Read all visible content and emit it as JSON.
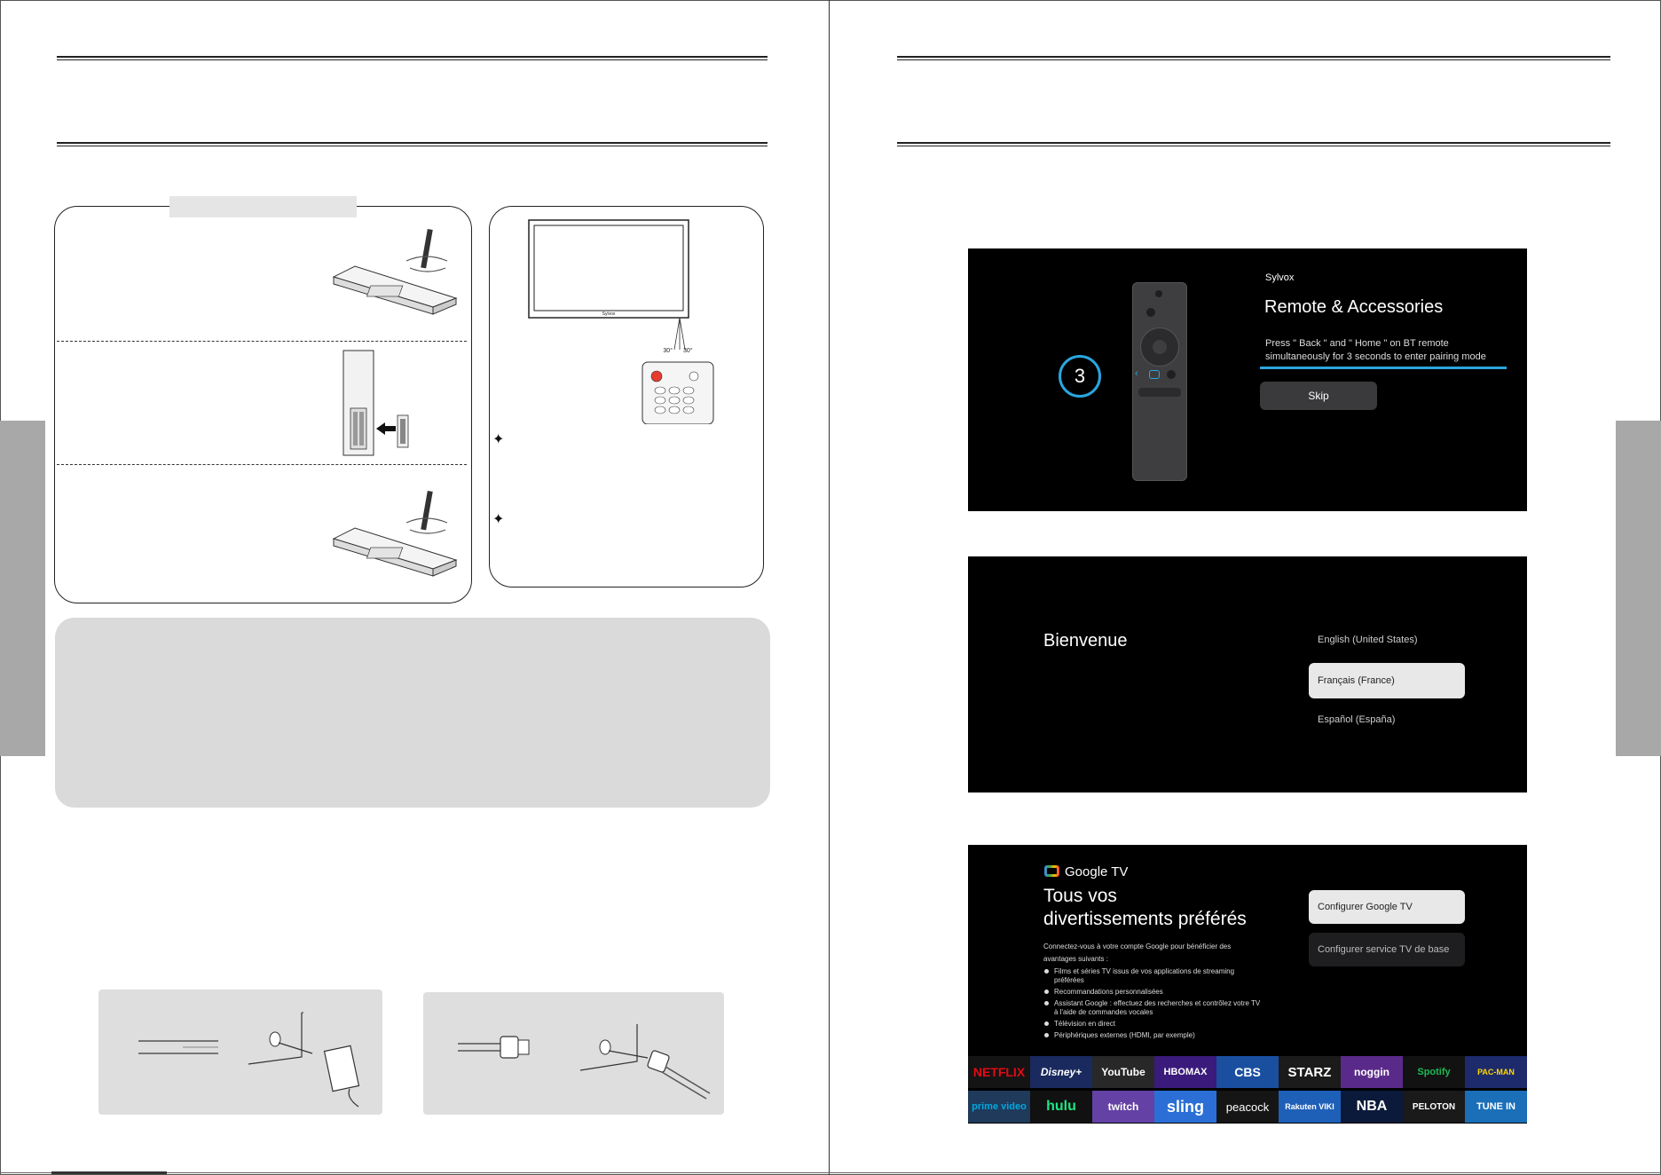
{
  "screen1": {
    "brand": "Sylvox",
    "title": "Remote & Accessories",
    "instruction_line1": "Press \" Back \" and \" Home \" on BT remote",
    "instruction_line2": "simultaneously for 3 seconds to enter pairing mode",
    "countdown": "3",
    "skip_label": "Skip"
  },
  "screen2": {
    "title": "Bienvenue",
    "languages": [
      "English (United States)",
      "Français (France)",
      "Español (España)"
    ],
    "selected_index": 1
  },
  "screen3": {
    "brand": "Google TV",
    "title_line1": "Tous vos",
    "title_line2": "divertissements préférés",
    "intro_line1": "Connectez-vous à votre compte Google pour bénéficier des",
    "intro_line2": "avantages suivants :",
    "benefits": [
      "Films et séries TV issus de vos applications de streaming",
      "préférées",
      "Recommandations personnalisées",
      "Assistant Google : effectuez des recherches et contrôlez votre TV",
      "à l'aide de commandes vocales",
      "Télévision en direct",
      "Périphériques externes (HDMI, par exemple)"
    ],
    "configure_label": "Configurer Google TV",
    "basic_label": "Configurer service TV de base",
    "apps_row1": [
      "NETFLIX",
      "Disney+",
      "YouTube",
      "HBOMAX",
      "CBS",
      "STARZ",
      "noggin",
      "Spotify",
      "PAC-MAN"
    ],
    "apps_row2": [
      "prime video",
      "hulu",
      "twitch",
      "sling",
      "peacock",
      "Rakuten VIKI",
      "NBA",
      "PELOTON",
      "TUNE IN"
    ]
  },
  "tv_diagram": {
    "tv_brand": "Sylvox",
    "angle_left": "30°",
    "angle_right": "30°"
  },
  "colors": {
    "accent_blue": "#2aa6e0",
    "tab_gray": "#a8a8a8",
    "panel_gray": "#dadada"
  }
}
